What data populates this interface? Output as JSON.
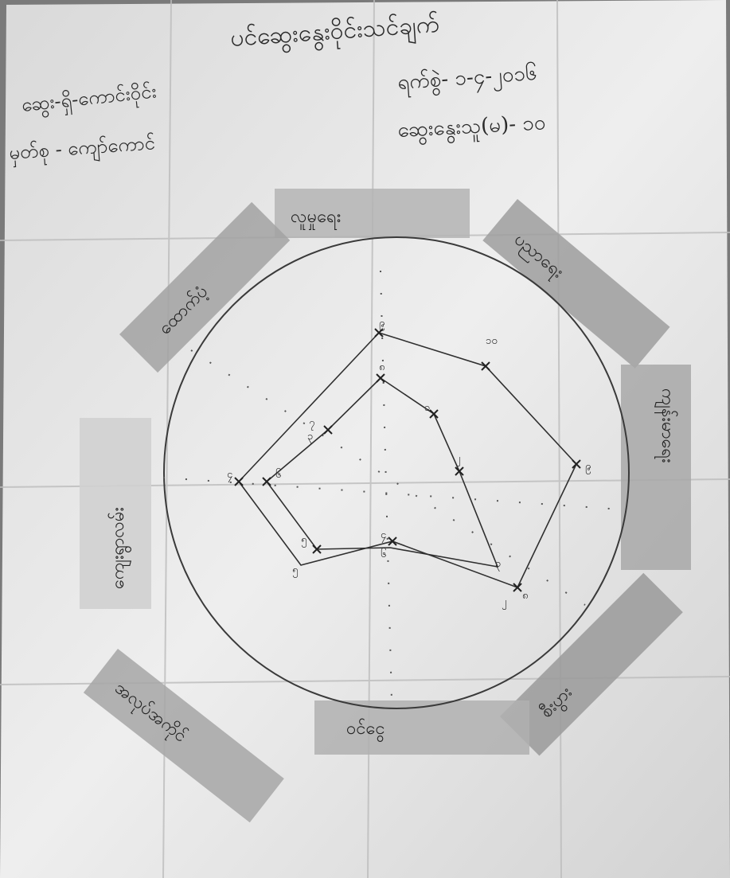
{
  "header": {
    "title": "ပင်ဆွေးနွေးဝိုင်းသင်ချက်",
    "date": "ရက်စွဲ- ၁-၄-၂၀၁၆",
    "facilitator": "ဆွေး-ရှိ-ကောင်းဝိုင်း",
    "recorder": "မှတ်စု - ကျော်ကောင်",
    "participants": "ဆွေးနွေးသူ(မ)- ၁၀"
  },
  "spokes": [
    "လူမှုရေး",
    "ပညာရေး",
    "ကျန်းမာရေး",
    "စီးပွား",
    "ဝင်ငွေ",
    "အလုပ်အကိုင်",
    "ကျေးရွာလမ်း",
    "ထောက်ပံ့"
  ],
  "point_labels": [
    "၉",
    "၈",
    "၇",
    "၆",
    "၅",
    "၄",
    "၃",
    "၂",
    "၁",
    "၁၀",
    "၉",
    "၈",
    "၆",
    "၅",
    "၄",
    "၃",
    "၂"
  ]
}
